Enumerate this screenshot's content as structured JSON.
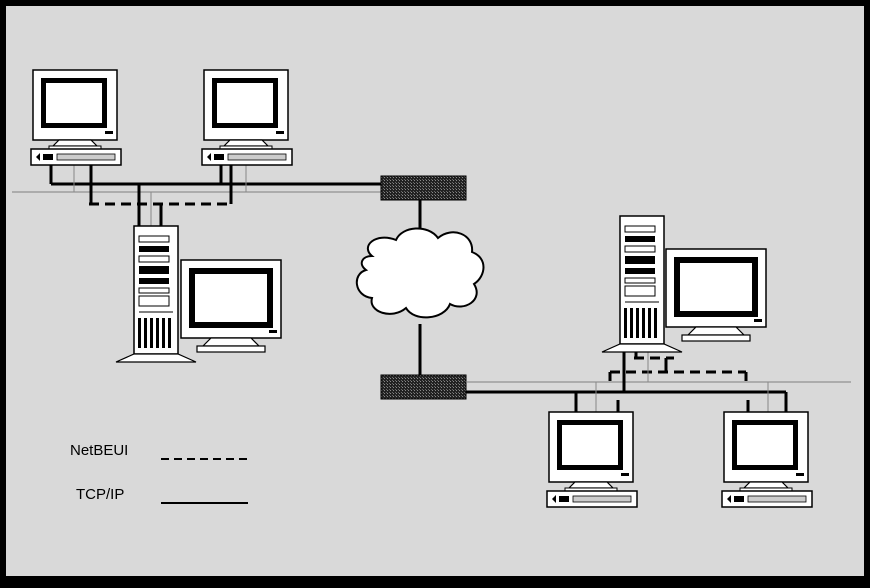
{
  "legend": {
    "netbeui_label": "NetBEUI",
    "tcpip_label": "TCP/IP"
  },
  "colors": {
    "background": "#d9d9d9",
    "line": "#000000",
    "monitor_face": "#ffffff",
    "router_fill": "#555555"
  },
  "nodes": [
    {
      "id": "workstation-1",
      "type": "workstation",
      "network": "left"
    },
    {
      "id": "workstation-2",
      "type": "workstation",
      "network": "left"
    },
    {
      "id": "server-1",
      "type": "server",
      "network": "left"
    },
    {
      "id": "router-1",
      "type": "router",
      "network": "left"
    },
    {
      "id": "wan-cloud",
      "type": "cloud"
    },
    {
      "id": "router-2",
      "type": "router",
      "network": "right"
    },
    {
      "id": "server-2",
      "type": "server",
      "network": "right"
    },
    {
      "id": "workstation-3",
      "type": "workstation",
      "network": "right"
    },
    {
      "id": "workstation-4",
      "type": "workstation",
      "network": "right"
    }
  ]
}
